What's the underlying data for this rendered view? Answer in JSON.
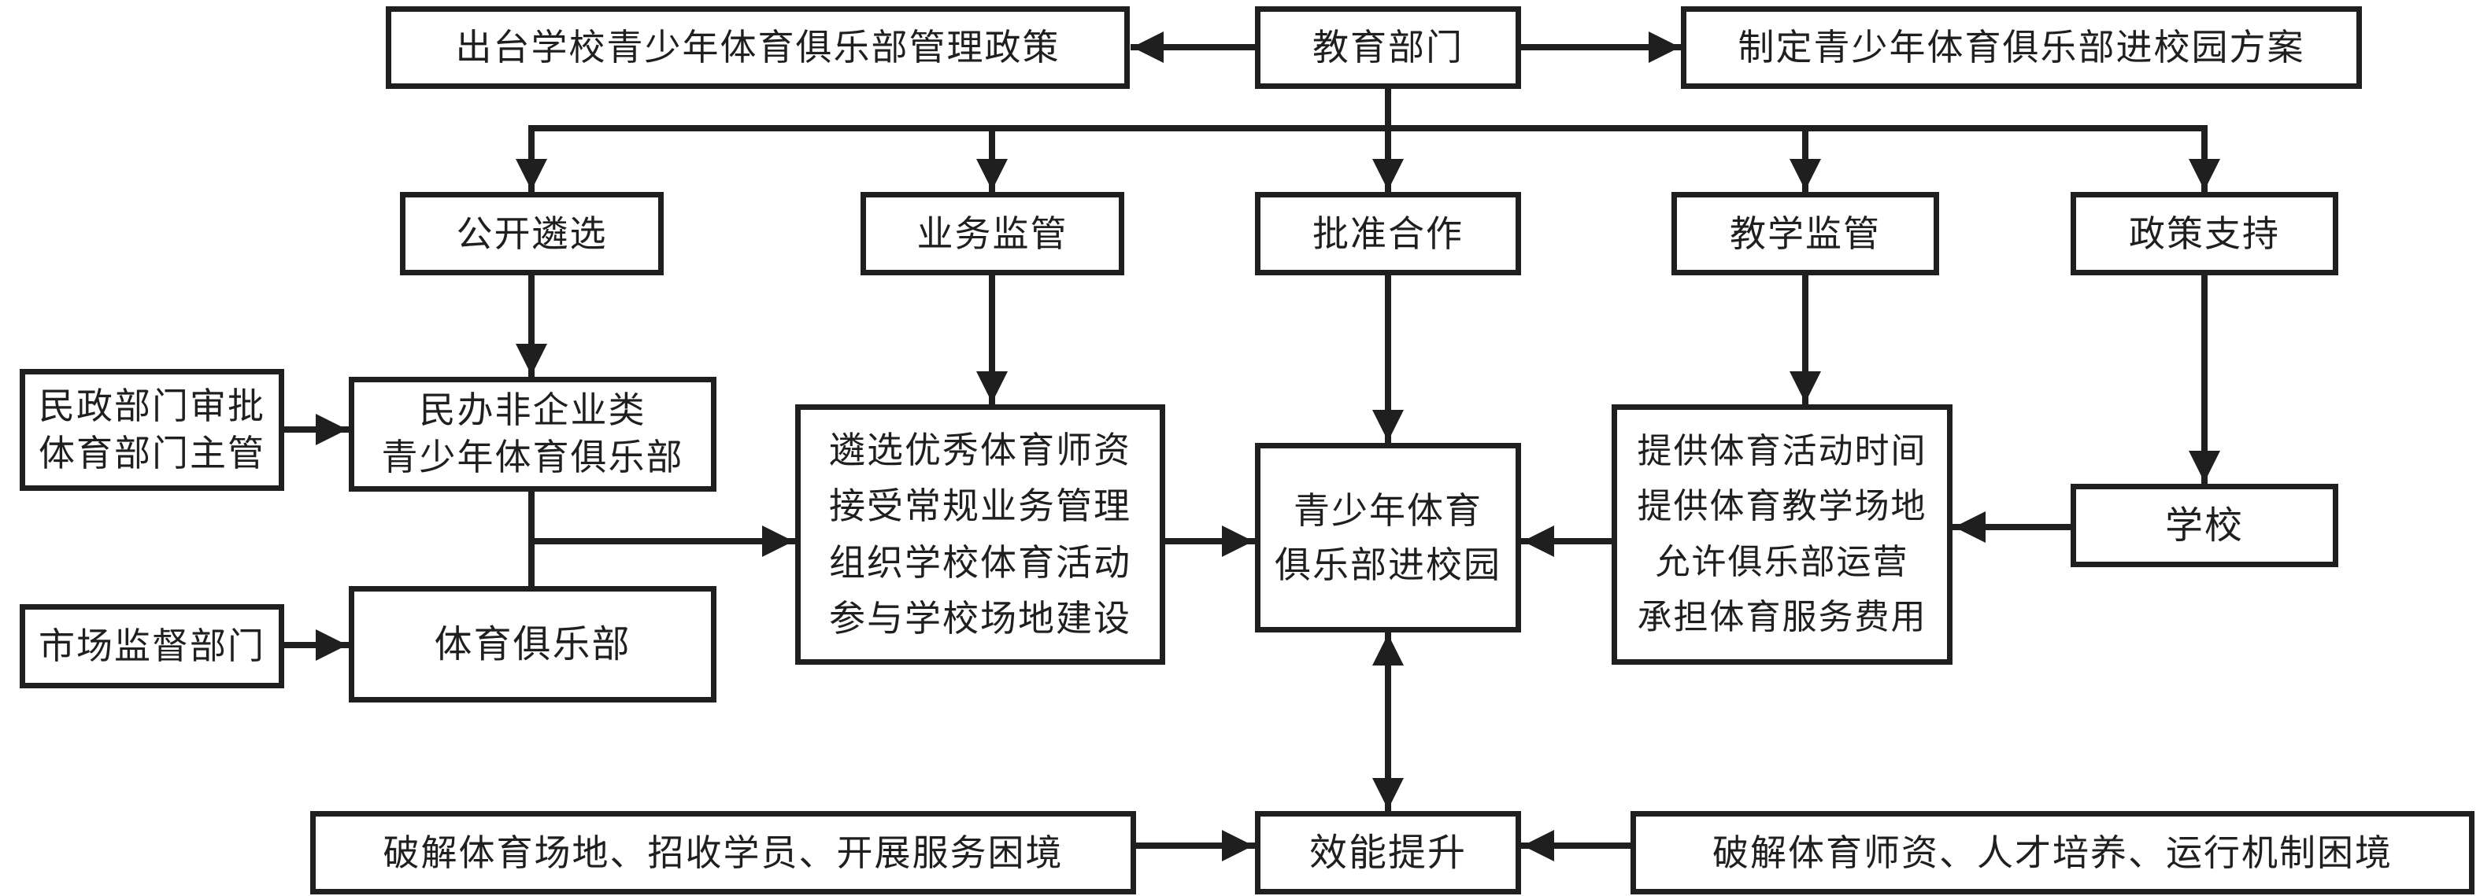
{
  "diagram": {
    "type": "flowchart",
    "background_color": "#ffffff",
    "line_color": "#1f1f1f",
    "box_fill": "#ffffff",
    "nodes": {
      "policy_issue": {
        "label": "出台学校青少年体育俱乐部管理政策"
      },
      "edu_dept": {
        "label": "教育部门"
      },
      "campus_plan": {
        "label": "制定青少年体育俱乐部进校园方案"
      },
      "open_selection": {
        "label": "公开遴选"
      },
      "business_supervision": {
        "label": "业务监管"
      },
      "approve_cooperation": {
        "label": "批准合作"
      },
      "teaching_supervision": {
        "label": "教学监管"
      },
      "policy_support": {
        "label": "政策支持"
      },
      "civil_affairs": {
        "lines": [
          "民政部门审批",
          "体育部门主管"
        ]
      },
      "nonprofit_club": {
        "lines": [
          "民办非企业类",
          "青少年体育俱乐部"
        ]
      },
      "market_supervision": {
        "label": "市场监督部门"
      },
      "sports_club": {
        "label": "体育俱乐部"
      },
      "club_duties": {
        "lines": [
          "遴选优秀体育师资",
          "接受常规业务管理",
          "组织学校体育活动",
          "参与学校场地建设"
        ]
      },
      "club_into_campus": {
        "lines": [
          "青少年体育",
          "俱乐部进校园"
        ]
      },
      "school_duties": {
        "lines": [
          "提供体育活动时间",
          "提供体育教学场地",
          "允许俱乐部运营",
          "承担体育服务费用"
        ]
      },
      "school": {
        "label": "学校"
      },
      "club_dilemma": {
        "label": "破解体育场地、招收学员、开展服务困境"
      },
      "efficiency": {
        "label": "效能提升"
      },
      "school_dilemma": {
        "label": "破解体育师资、人才培养、运行机制困境"
      }
    },
    "edges": [
      {
        "from": "edu_dept",
        "to": "policy_issue",
        "arrow": "end"
      },
      {
        "from": "edu_dept",
        "to": "campus_plan",
        "arrow": "end"
      },
      {
        "from": "edu_dept",
        "to": "open_selection",
        "arrow": "end"
      },
      {
        "from": "edu_dept",
        "to": "business_supervision",
        "arrow": "end"
      },
      {
        "from": "edu_dept",
        "to": "approve_cooperation",
        "arrow": "end"
      },
      {
        "from": "edu_dept",
        "to": "teaching_supervision",
        "arrow": "end"
      },
      {
        "from": "edu_dept",
        "to": "policy_support",
        "arrow": "end"
      },
      {
        "from": "open_selection",
        "to": "nonprofit_club",
        "arrow": "end"
      },
      {
        "from": "civil_affairs",
        "to": "nonprofit_club",
        "arrow": "end"
      },
      {
        "from": "market_supervision",
        "to": "sports_club",
        "arrow": "end"
      },
      {
        "from": "nonprofit_club,sports_club",
        "to": "club_duties",
        "arrow": "end"
      },
      {
        "from": "business_supervision",
        "to": "club_duties",
        "arrow": "end"
      },
      {
        "from": "club_duties",
        "to": "club_into_campus",
        "arrow": "end"
      },
      {
        "from": "approve_cooperation",
        "to": "club_into_campus",
        "arrow": "end"
      },
      {
        "from": "teaching_supervision",
        "to": "school_duties",
        "arrow": "end"
      },
      {
        "from": "school_duties",
        "to": "club_into_campus",
        "arrow": "end"
      },
      {
        "from": "policy_support",
        "to": "school",
        "arrow": "end"
      },
      {
        "from": "school",
        "to": "school_duties",
        "arrow": "end"
      },
      {
        "from": "club_into_campus",
        "to": "efficiency",
        "arrow": "both"
      },
      {
        "from": "club_dilemma",
        "to": "efficiency",
        "arrow": "end"
      },
      {
        "from": "school_dilemma",
        "to": "efficiency",
        "arrow": "end"
      }
    ]
  }
}
